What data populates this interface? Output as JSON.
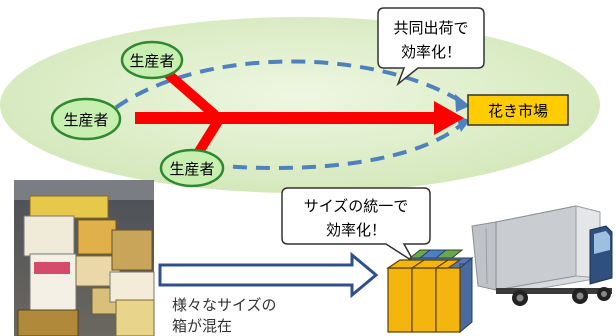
{
  "producer_label": "生産者",
  "market_label": "花き市場",
  "callout_top": {
    "line1": "共同出荷で",
    "line2": "効率化！"
  },
  "callout_mid": {
    "line1": "サイズの統一で",
    "line2": "効率化！"
  },
  "mixed_boxes_caption": {
    "line1": "様々なサイズの",
    "line2": "箱が混在"
  },
  "colors": {
    "ellipse_fill": "#dcedc6",
    "producer_fill": "#c6efb0",
    "producer_border": "#2f8a2f",
    "arrow_red": "#ff0000",
    "dashed_blue": "#4f81bd",
    "market_fill": "#ffcc00",
    "box_orange": "#f5b50f",
    "box_blue": "#5b78b0",
    "box_green": "#6aa84f"
  }
}
